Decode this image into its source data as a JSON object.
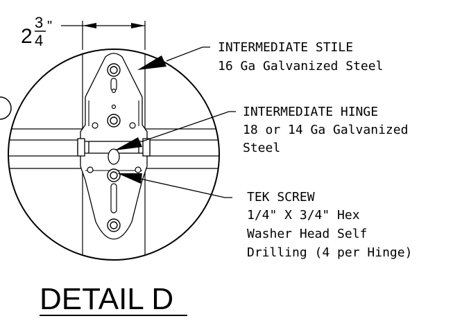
{
  "dimension": {
    "whole": "2",
    "numerator": "3",
    "denominator": "4",
    "unit_mark": "\""
  },
  "callouts": {
    "stile": {
      "title": "INTERMEDIATE STILE",
      "lines": [
        "16 Ga Galvanized Steel"
      ]
    },
    "hinge": {
      "title": "INTERMEDIATE HINGE",
      "lines": [
        "18 or 14 Ga Galvanized",
        "Steel"
      ]
    },
    "screw": {
      "title": "TEK SCREW",
      "lines": [
        "1/4\" X 3/4\" Hex",
        "Washer Head Self",
        "Drilling (4 per Hinge)"
      ]
    }
  },
  "detail_title": "DETAIL D"
}
